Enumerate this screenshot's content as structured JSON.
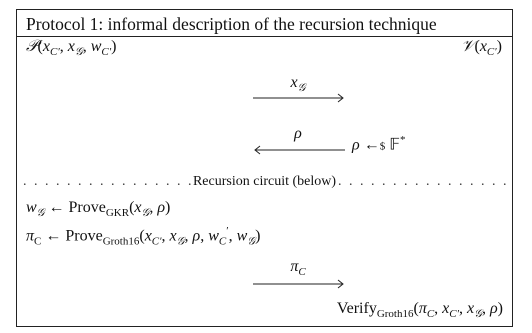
{
  "protocol": {
    "title": "Protocol 1: informal description of the recursion technique",
    "prover_label": "𝒫(x",
    "verifier_label": "𝒱(x",
    "msg1": "x",
    "msg2": "ρ",
    "challenge": "ρ ←$ 𝔽*",
    "separator": "Recursion circuit (below)",
    "step1_lhs": "w",
    "step1_rhs": "Prove",
    "step1_sub": "GKR",
    "step2_lhs": "π",
    "step2_rhs": "Prove",
    "step2_sub": "Groth16",
    "msg3": "π",
    "verify": "Verify",
    "verify_sub": "Groth16"
  }
}
